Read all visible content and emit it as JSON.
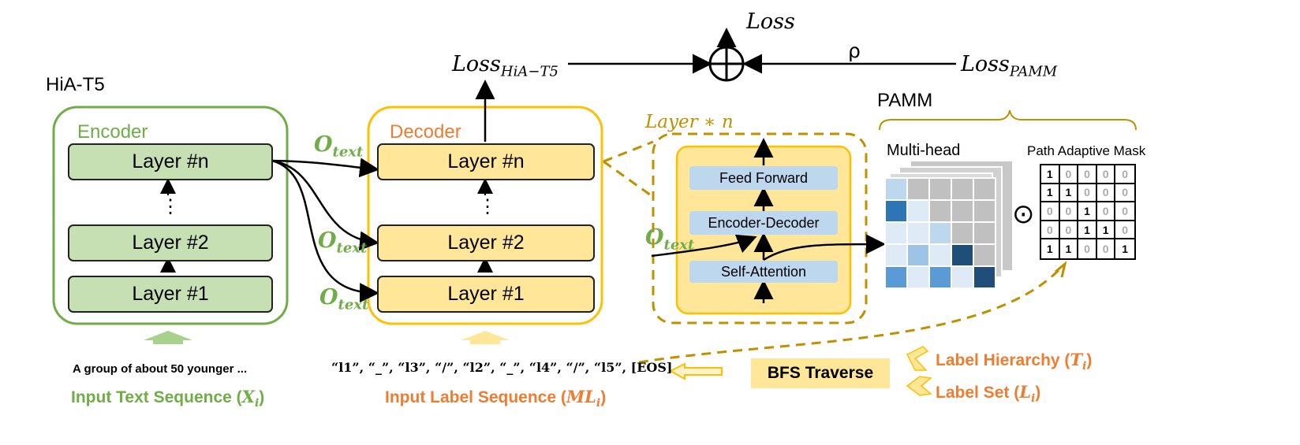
{
  "hia_t5": "HiA-T5",
  "loss": {
    "total": "Loss",
    "hia_base": "Loss",
    "hia_sub": "HiA−T5",
    "pamm_base": "Loss",
    "pamm_sub": "PAMM",
    "rho": "ρ"
  },
  "encoder": {
    "title": "Encoder",
    "layers": [
      "Layer #n",
      "⋮",
      "Layer #2",
      "Layer #1"
    ]
  },
  "decoder": {
    "title": "Decoder",
    "layers": [
      "Layer #n",
      "⋮",
      "Layer #2",
      "Layer #1"
    ]
  },
  "o_text": {
    "base": "O",
    "sub": "text"
  },
  "layer_n": {
    "base": "Layer",
    "suffix": "∗ n"
  },
  "sublayers": [
    "Feed Forward",
    "Encoder-Decoder",
    "Self-Attention"
  ],
  "pamm": {
    "title": "PAMM",
    "multihead": "Multi-head",
    "mask_title": "Path Adaptive Mask",
    "mask": [
      [
        1,
        0,
        0,
        0,
        0
      ],
      [
        1,
        1,
        0,
        0,
        0
      ],
      [
        0,
        0,
        1,
        0,
        0
      ],
      [
        0,
        0,
        1,
        1,
        0
      ],
      [
        1,
        1,
        0,
        0,
        1
      ]
    ],
    "odot": "⊙"
  },
  "input_text": {
    "example": "A group of about 50 younger ...",
    "label": "Input Text Sequence (",
    "var": "X",
    "var_sub": "i",
    "close": ")"
  },
  "input_label": {
    "sequence": "“l1”, “_”, “l3”, “/”, “l2”, “_”, “l4”, “/”, “l5”, [EOS]",
    "label": "Input Label Sequence (",
    "var": "ML",
    "var_sub": "i",
    "close": ")"
  },
  "bfs": "BFS Traverse",
  "label_hierarchy": {
    "label": "Label Hierarchy (",
    "var": "T",
    "var_sub": "i",
    "close": ")"
  },
  "label_set": {
    "label": "Label Set (",
    "var": "L",
    "var_sub": "i",
    "close": ")"
  },
  "colors": {
    "green": "#70ad47",
    "yellow": "#ffc000",
    "orange": "#ed7d31",
    "gold_dash": "#bf9000",
    "blue_light": "#bdd7ee"
  }
}
